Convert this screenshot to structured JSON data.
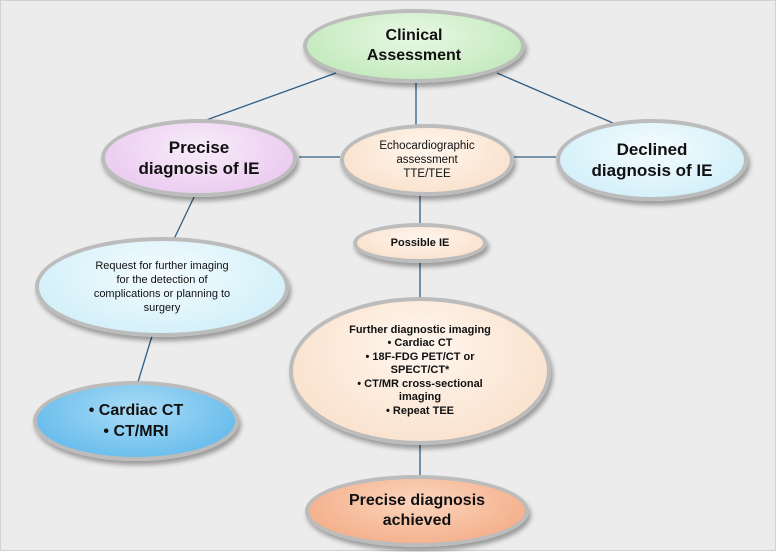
{
  "diagram": {
    "nodes": {
      "clinical": {
        "lines": [
          "Clinical",
          "Assessment"
        ]
      },
      "precise": {
        "lines": [
          "Precise",
          "diagnosis of IE"
        ]
      },
      "echo": {
        "lines": [
          "Echocardiographic",
          "assessment",
          "TTE/TEE"
        ]
      },
      "declined": {
        "lines": [
          "Declined",
          "diagnosis of IE"
        ]
      },
      "possible": {
        "lines": [
          "Possible IE"
        ]
      },
      "request": {
        "lines": [
          "Request for further imaging",
          "for the detection of",
          "complications or planning to",
          "surgery"
        ]
      },
      "further": {
        "title": "Further diagnostic imaging",
        "items": [
          "•  Cardiac CT",
          "•  18F-FDG PET/CT or",
          "SPECT/CT*",
          "•  CT/MR cross-sectional",
          "imaging",
          "•  Repeat TEE"
        ]
      },
      "cardiac": {
        "items": [
          "•  Cardiac CT",
          "•  CT/MRI"
        ]
      },
      "achieved": {
        "lines": [
          "Precise diagnosis",
          "achieved"
        ]
      }
    },
    "edges": [
      {
        "from": "clinical",
        "to": "precise"
      },
      {
        "from": "clinical",
        "to": "echo"
      },
      {
        "from": "clinical",
        "to": "declined"
      },
      {
        "from": "precise",
        "to": "echo"
      },
      {
        "from": "echo",
        "to": "declined"
      },
      {
        "from": "echo",
        "to": "possible"
      },
      {
        "from": "precise",
        "to": "request"
      },
      {
        "from": "possible",
        "to": "further"
      },
      {
        "from": "request",
        "to": "cardiac"
      },
      {
        "from": "further",
        "to": "achieved"
      }
    ],
    "colors": {
      "connector": "#2f5f86",
      "clinical": "#c9efc4",
      "precise": "#efd6f3",
      "echo": "#fbe6d5",
      "declined": "#def4fb",
      "cardiac": "#6cbfee",
      "achieved": "#f5b896"
    }
  }
}
